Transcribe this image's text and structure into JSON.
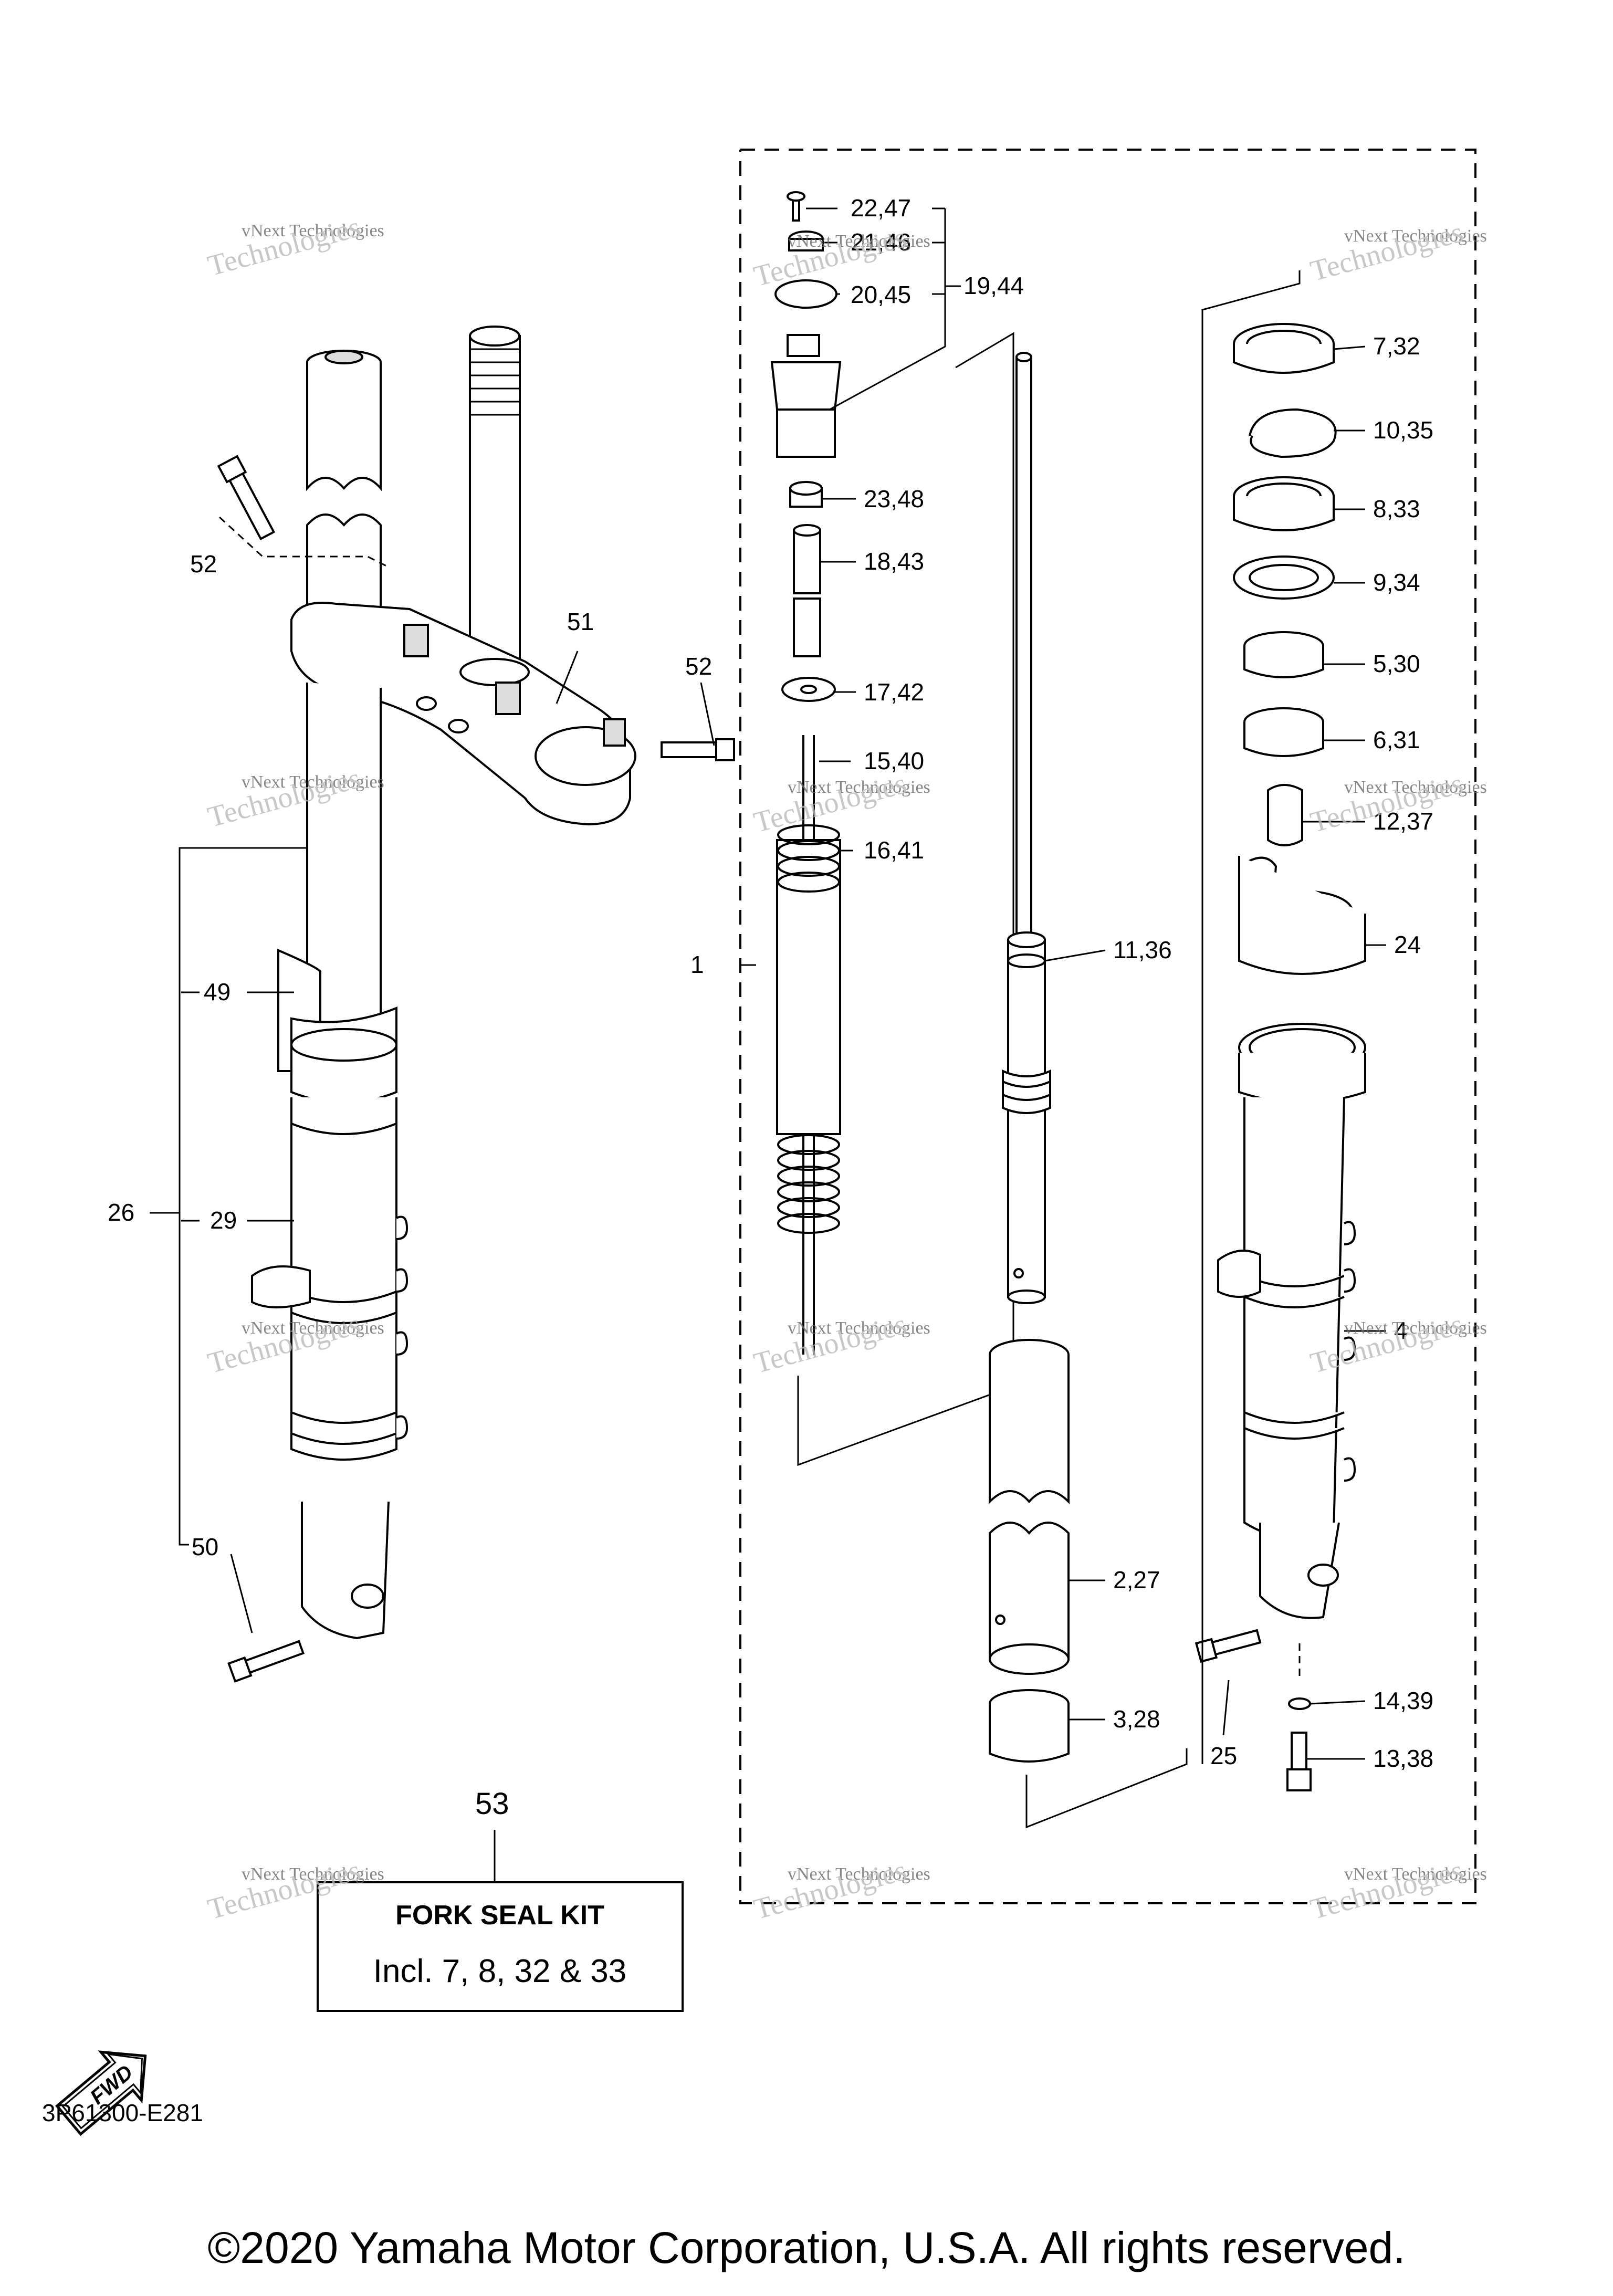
{
  "callouts": {
    "c22_47": "22,47",
    "c21_46": "21,46",
    "c20_45": "20,45",
    "c19_44": "19,44",
    "c23_48": "23,48",
    "c18_43": "18,43",
    "c17_42": "17,42",
    "c15_40": "15,40",
    "c16_41": "16,41",
    "c1": "1",
    "c11_36": "11,36",
    "c2_27": "2,27",
    "c3_28": "3,28",
    "c7_32": "7,32",
    "c10_35": "10,35",
    "c8_33": "8,33",
    "c9_34": "9,34",
    "c5_30": "5,30",
    "c6_31": "6,31",
    "c12_37": "12,37",
    "c24": "24",
    "c4": "4",
    "c14_39": "14,39",
    "c13_38": "13,38",
    "c25": "25",
    "c52a": "52",
    "c52b": "52",
    "c51": "51",
    "c49": "49",
    "c26": "26",
    "c29": "29",
    "c50": "50",
    "c53": "53"
  },
  "kit": {
    "title": "FORK SEAL KIT",
    "subtitle": "Incl. 7, 8, 32 & 33"
  },
  "fwd_label": "FWD",
  "diagram_ref": "3P61300-E281",
  "copyright": "©2020 Yamaha Motor Corporation, U.S.A. All rights reserved.",
  "watermark": {
    "line1": "vNext Technologies",
    "line2": "Technologies",
    "line0": "vNext"
  }
}
